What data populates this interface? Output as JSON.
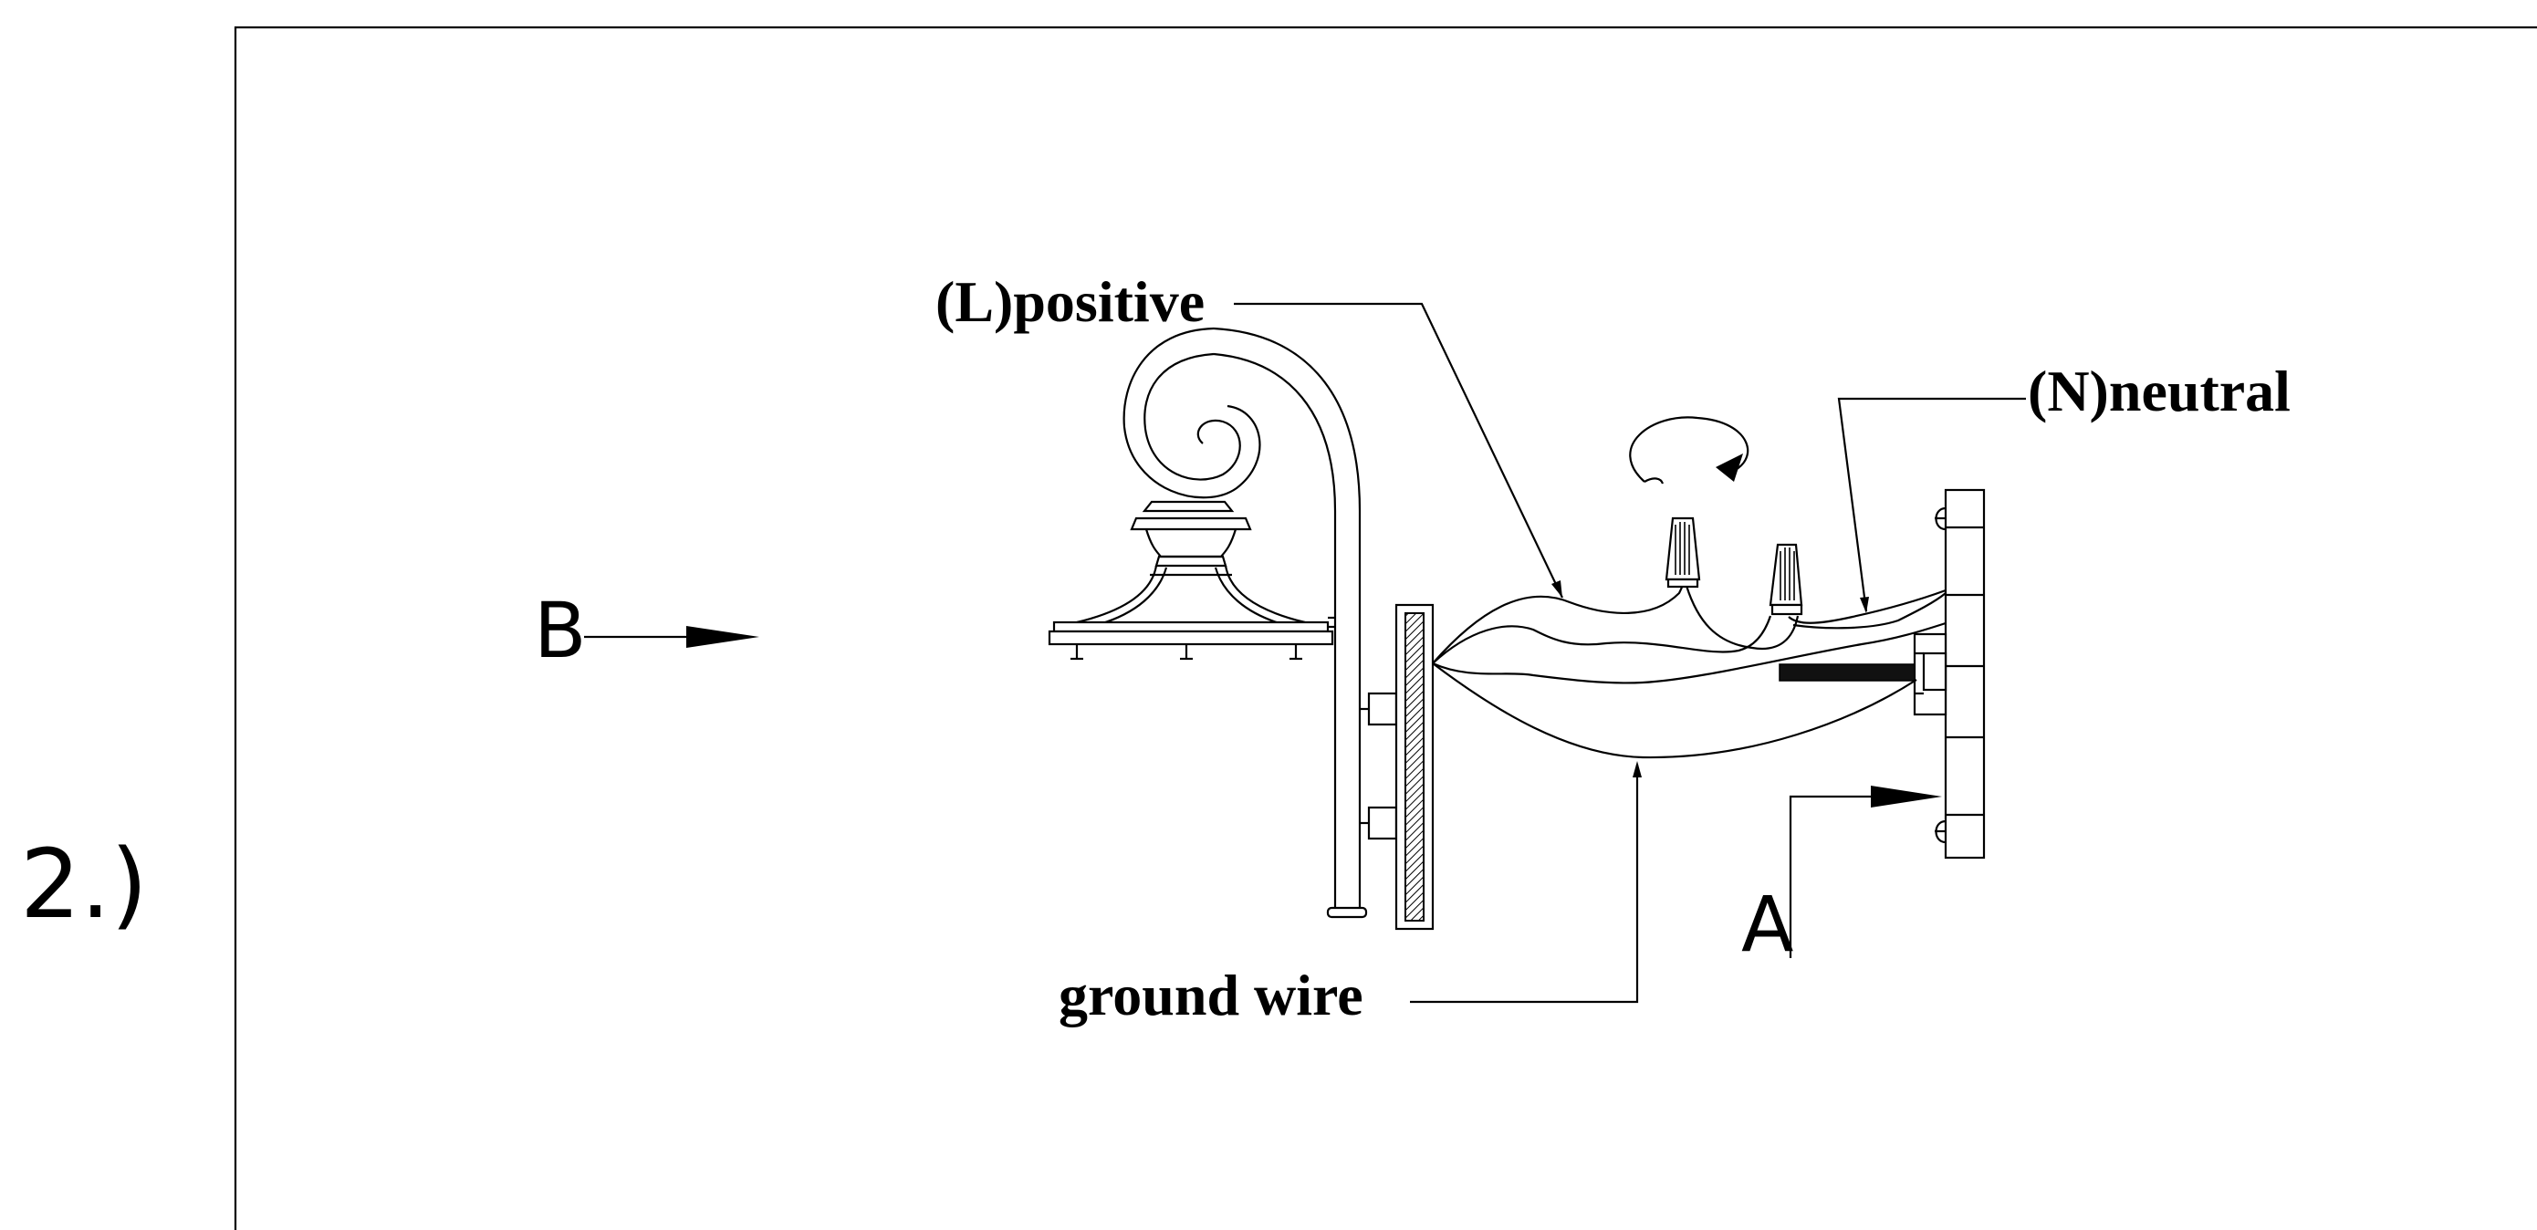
{
  "step_label": "2.)",
  "labels": {
    "positive": "(L)positive",
    "neutral": "(N)neutral",
    "ground": "ground wire",
    "view_a": "A",
    "view_b": "B"
  }
}
